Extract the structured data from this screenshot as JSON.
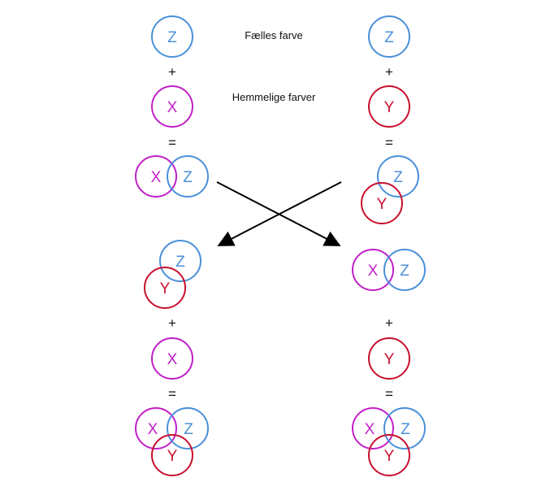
{
  "labels": {
    "shared_color": "Fælles farve",
    "secret_colors": "Hemmelige farver"
  },
  "operators": {
    "plus": "+",
    "equals": "="
  },
  "colors": {
    "Z": "#4a90d9",
    "X": "#c020c8",
    "Y": "#c8102e",
    "arrow": "#000000"
  },
  "letters": {
    "Z": "Z",
    "X": "X",
    "Y": "Y"
  }
}
